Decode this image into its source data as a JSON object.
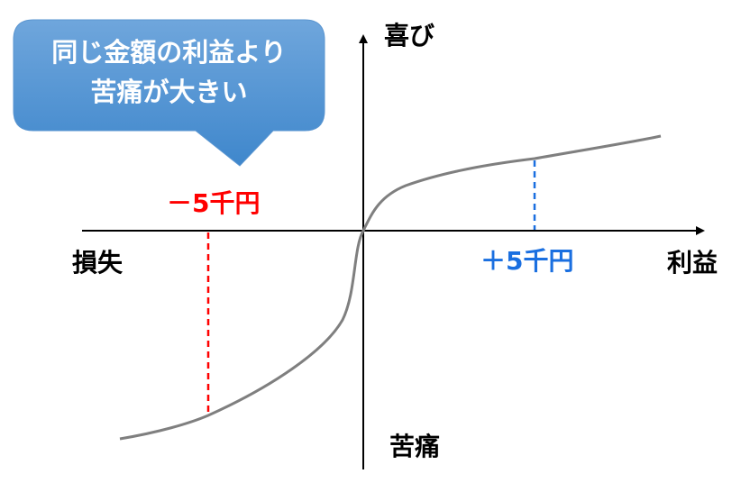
{
  "callout": {
    "line1": "同じ金額の利益より",
    "line2": "苦痛が大きい"
  },
  "axes": {
    "top": "喜び",
    "bottom": "苦痛",
    "left": "損失",
    "right": "利益"
  },
  "markers": {
    "loss": {
      "label": "－5千円",
      "color": "#ff0000"
    },
    "gain": {
      "label": "＋5千円",
      "color": "#1a6fe0"
    }
  },
  "colors": {
    "curve": "#7f7f7f",
    "callout_top": "#6fa6dc",
    "callout_bottom": "#3f87cc"
  }
}
